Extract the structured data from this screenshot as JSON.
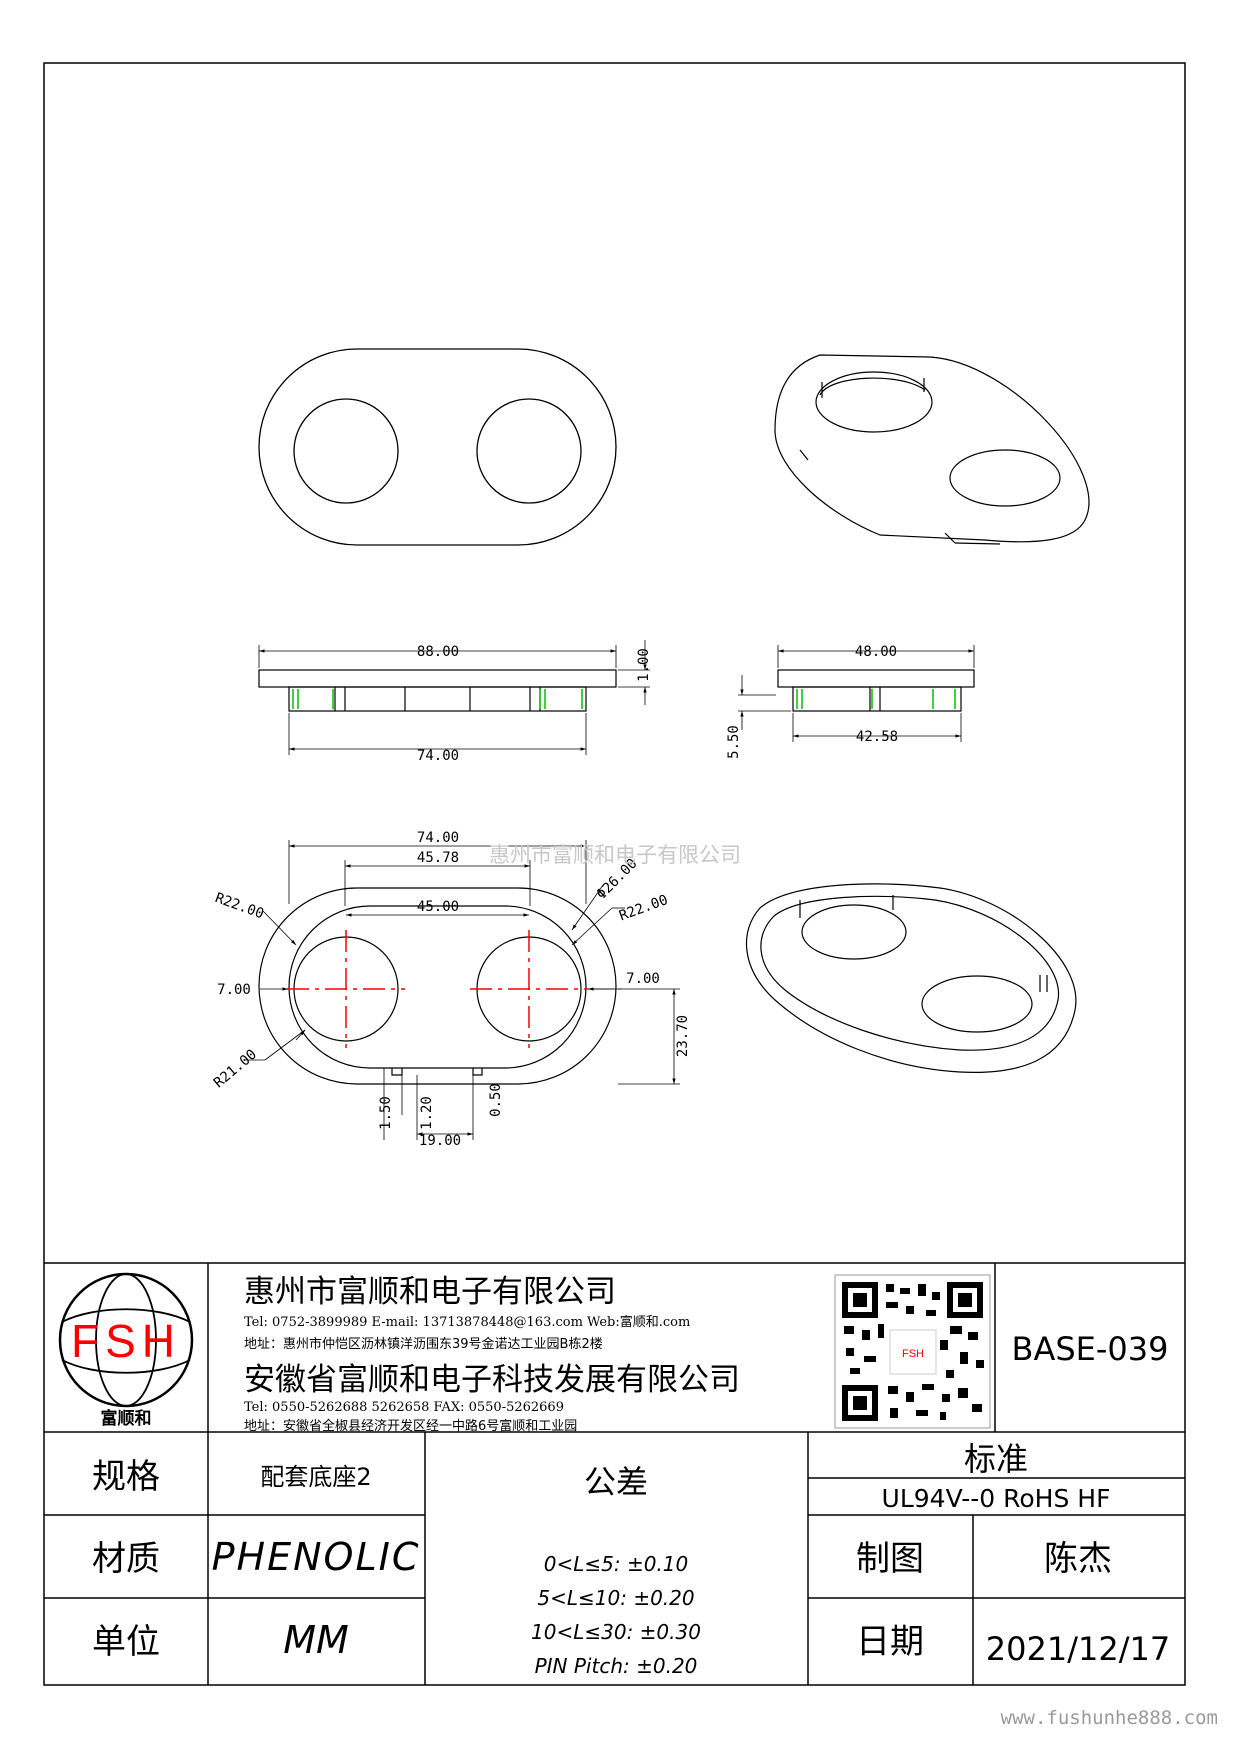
{
  "dimensions": {
    "top_width": "88.00",
    "top_thickness": "1.00",
    "base_width": "74.00",
    "side_width": "48.00",
    "side_height": "5.50",
    "side_inner": "42.58",
    "plan_width": "74.00",
    "plan_inner": "45.78",
    "plan_center_dist": "45.00",
    "hole_diameter": "Φ26.00",
    "radius_left_top": "R22.00",
    "radius_right_top": "R22.00",
    "radius_left_bottom": "R21.00",
    "offset_left": "7.00",
    "offset_right": "7.00",
    "half_height": "23.70",
    "notch_1": "1.50",
    "notch_2": "1.20",
    "notch_3": "0.50",
    "notch_width": "19.00"
  },
  "watermark": "惠州市富顺和电子有限公司",
  "footer_url": "www.fushunhe888.com",
  "company": {
    "logo_letters": "FSH",
    "logo_caption": "富顺和",
    "name_1": "惠州市富顺和电子有限公司",
    "contact_1": "Tel:  0752-3899989  E-mail: 13713878448@163.com  Web:富顺和.com",
    "address_1": "地址：惠州市仲恺区沥林镇洋沥围东39号金诺达工业园B栋2楼",
    "name_2": "安徽省富顺和电子科技发展有限公司",
    "contact_2": "Tel:  0550-5262688  5262658    FAX: 0550-5262669",
    "address_2": "地址：安徽省全椒县经济开发区经一中路6号富顺和工业园",
    "qr_caption": "FSH"
  },
  "part_number": "BASE-039",
  "title_block": {
    "spec_label": "规格",
    "spec_value": "配套底座2",
    "material_label": "材质",
    "material_value": "PHENOLIC",
    "unit_label": "单位",
    "unit_value": "MM",
    "tolerance_label": "公差",
    "tolerance_lines": [
      "0<L≤5: ±0.10",
      "5<L≤10: ±0.20",
      "10<L≤30: ±0.30",
      "PIN Pitch: ±0.20"
    ],
    "standard_label": "标准",
    "standard_value": "UL94V--0  RoHS HF",
    "drawn_label": "制图",
    "drawn_value": "陈杰",
    "date_label": "日期",
    "date_value": "2021/12/17"
  },
  "colors": {
    "centerline": "#ff0000",
    "edge_highlight": "#00c000",
    "logo": "#ff0000"
  }
}
